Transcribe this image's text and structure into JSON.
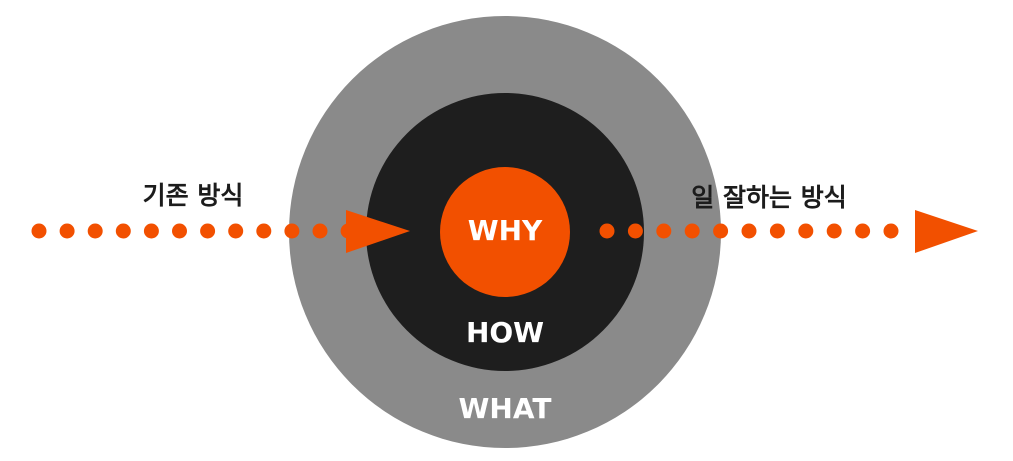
{
  "diagram": {
    "outer_label": "WHAT",
    "middle_label": "HOW",
    "inner_label": "WHY",
    "left_label": "기존 방식",
    "right_label": "일 잘하는 방식"
  },
  "colors": {
    "outer": "#8a8a8a",
    "middle": "#1e1e1e",
    "inner": "#f25000",
    "accent": "#f25000",
    "text_dark": "#1c1c1c",
    "text_light": "#ffffff"
  }
}
